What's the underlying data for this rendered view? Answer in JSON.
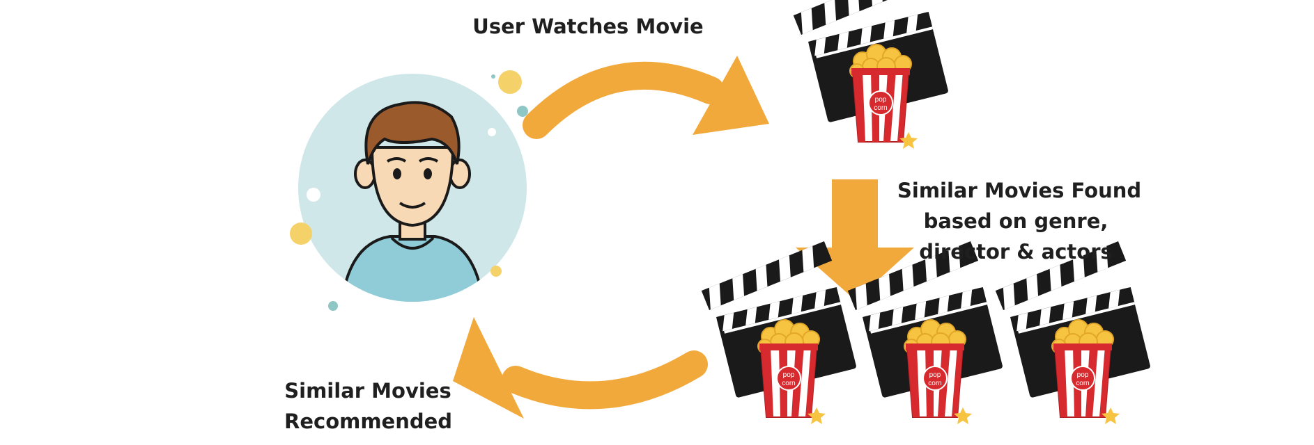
{
  "labels": {
    "user_watches": "User Watches Movie",
    "similar_found": [
      "Similar Movies Found",
      "based on genre,",
      "director & actors"
    ],
    "recommended": [
      "Similar Movies",
      "Recommended"
    ]
  },
  "popcorn": {
    "line1": "pop",
    "line2": "corn"
  },
  "colors": {
    "arrow": "#F2A93B",
    "avatar_circle": "#CFE7E8",
    "shirt": "#8FCCD8",
    "hair": "#9B5A2C",
    "skin": "#F8D9B5",
    "clapper": "#1A1A1A",
    "popcorn_red": "#D72A2E",
    "popcorn_yellow": "#F6C440",
    "dot_teal": "#8EC7C6",
    "dot_yellow": "#F5D16A"
  },
  "icons": [
    "user-avatar-icon",
    "clapperboard-popcorn-icon",
    "curved-arrow-icon",
    "down-arrow-icon"
  ]
}
